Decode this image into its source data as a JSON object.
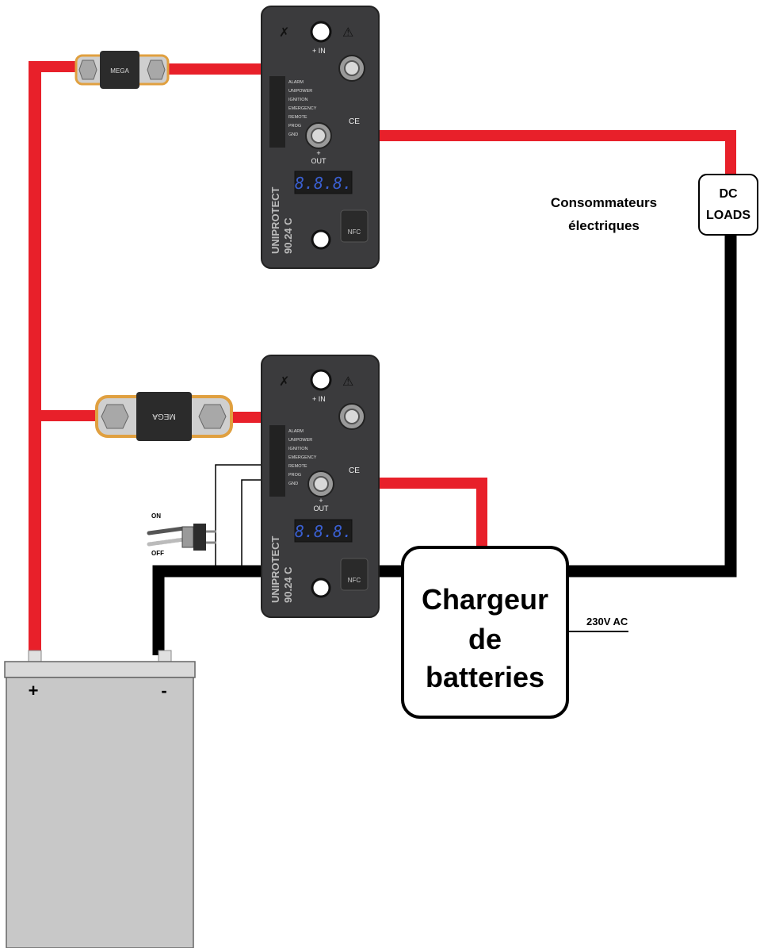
{
  "protector_top": {
    "model_line1": "UNIPROTECT",
    "model_line2": "90.24 C",
    "in_label": "+ IN",
    "out_label": "OUT",
    "out_plus": "+",
    "display": "8.8.8.",
    "nfc": "NFC",
    "ce_mark": "CE",
    "pins": [
      "ALARM",
      "UNIPOWER",
      "IGNITION",
      "EMERGENCY",
      "REMOTE",
      "PROG",
      "GND"
    ]
  },
  "protector_bottom": {
    "model_line1": "UNIPROTECT",
    "model_line2": "90.24 C",
    "in_label": "+ IN",
    "out_label": "OUT",
    "out_plus": "+",
    "display": "8.8.8.",
    "nfc": "NFC",
    "ce_mark": "CE",
    "pins": [
      "ALARM",
      "UNIPOWER",
      "IGNITION",
      "EMERGENCY",
      "REMOTE",
      "PROG",
      "GND"
    ]
  },
  "fuse_top": {
    "label": "MEGA"
  },
  "fuse_bottom": {
    "label": "MEGA"
  },
  "loads": {
    "caption_line1": "Consommateurs",
    "caption_line2": "électriques",
    "box_line1": "DC",
    "box_line2": "LOADS"
  },
  "charger": {
    "line1": "Chargeur",
    "line2": "de",
    "line3": "batteries",
    "ac_label": "230V AC"
  },
  "switch": {
    "on": "ON",
    "off": "OFF"
  },
  "battery": {
    "plus": "+",
    "minus": "-"
  },
  "colors": {
    "positive_wire": "#e8202a",
    "negative_wire": "#000000",
    "device_body": "#3b3b3d",
    "battery_body": "#c8c8c8",
    "display_digits": "#3a5fd0"
  }
}
